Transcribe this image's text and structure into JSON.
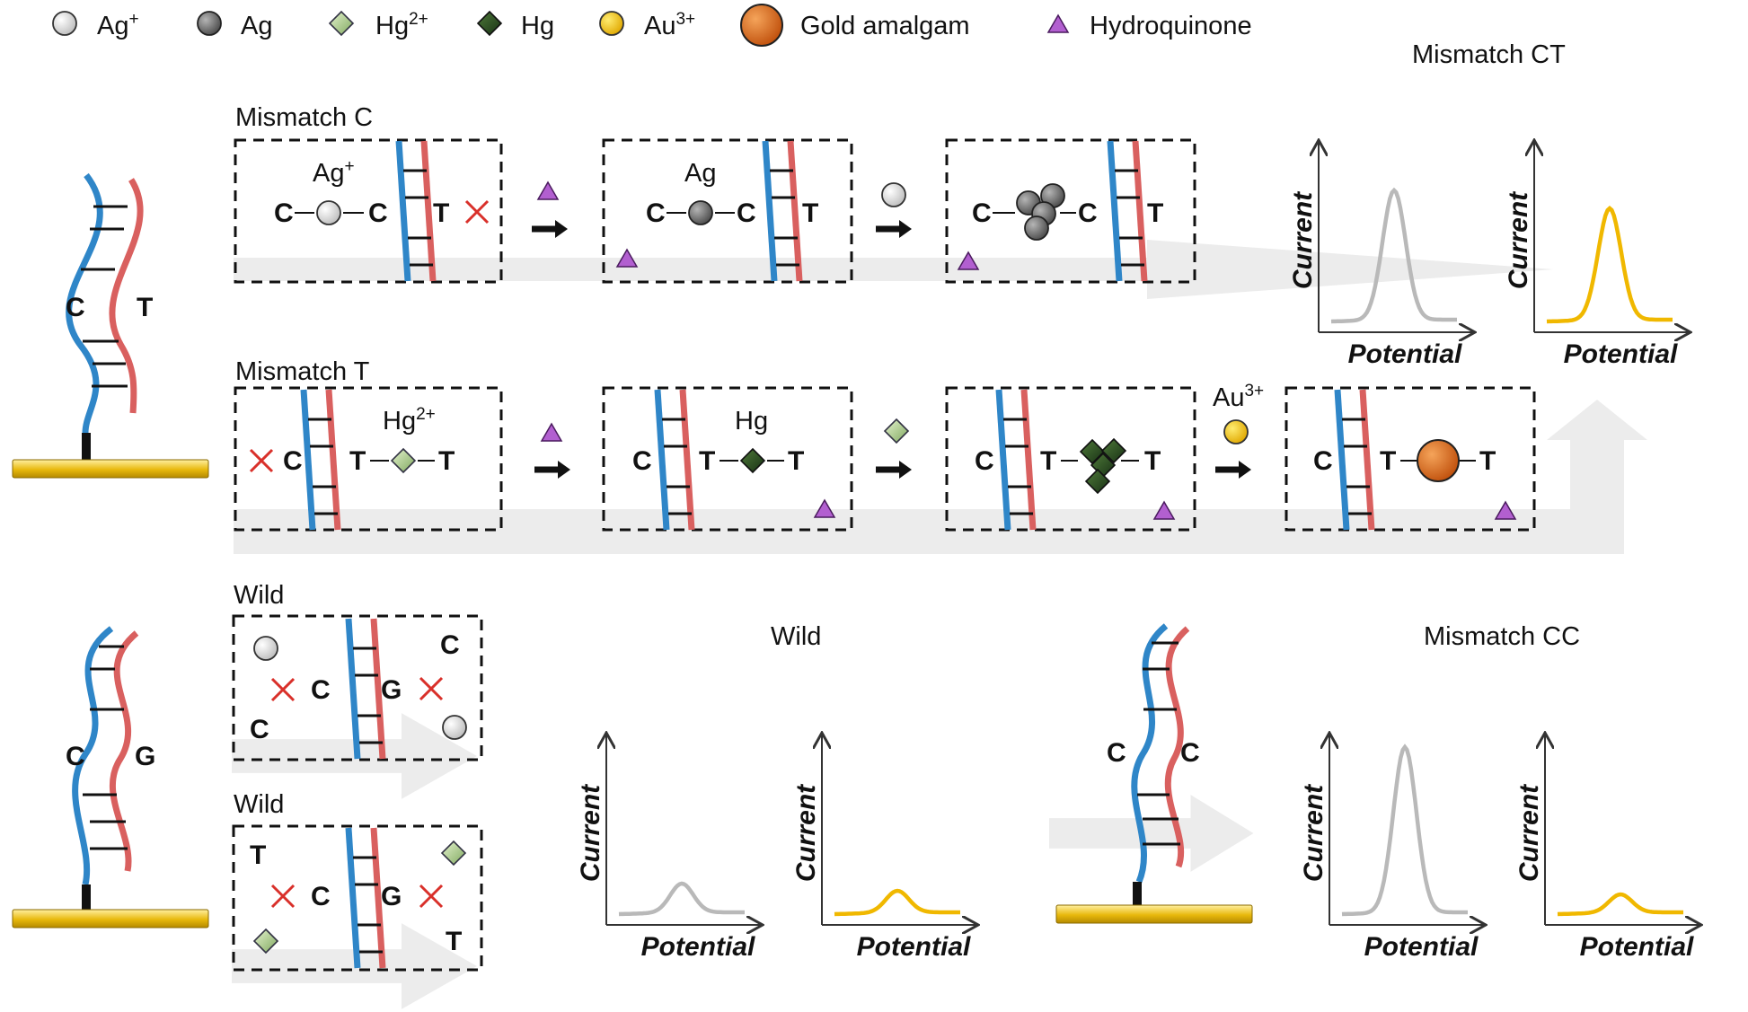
{
  "legend": [
    {
      "icon": "silver-ion-icon",
      "label_main": "Ag",
      "label_sup": "+"
    },
    {
      "icon": "silver-atom-icon",
      "label_main": "Ag",
      "label_sup": ""
    },
    {
      "icon": "mercury-ion-icon",
      "label_main": "Hg",
      "label_sup": "2+"
    },
    {
      "icon": "mercury-atom-icon",
      "label_main": "Hg",
      "label_sup": ""
    },
    {
      "icon": "gold-ion-icon",
      "label_main": "Au",
      "label_sup": "3+"
    },
    {
      "icon": "gold-amalgam-icon",
      "label_main": "Gold amalgam",
      "label_sup": ""
    },
    {
      "icon": "hydroquinone-icon",
      "label_main": "Hydroquinone",
      "label_sup": ""
    }
  ],
  "rows": {
    "mismatch_c": "Mismatch C",
    "mismatch_t": "Mismatch T",
    "wild_1": "Wild",
    "wild_2": "Wild"
  },
  "step_labels": {
    "ag_ion": {
      "main": "Ag",
      "sup": "+"
    },
    "ag": "Ag",
    "hg_ion": {
      "main": "Hg",
      "sup": "2+"
    },
    "hg": "Hg",
    "au_ion": {
      "main": "Au",
      "sup": "3+"
    }
  },
  "bases": {
    "c": "C",
    "t": "T",
    "g": "G",
    "dash": "–"
  },
  "plot_titles": {
    "mismatch_ct": "Mismatch CT",
    "wild": "Wild",
    "mismatch_cc": "Mismatch CC"
  },
  "axes": {
    "y": "Current",
    "x": "Potential"
  },
  "colors": {
    "strand_blue": "#2f86c8",
    "strand_red": "#d9605f",
    "electrode": "#e8b90c",
    "gray_peak": "#b9b9b9",
    "yellow_peak": "#f0b800",
    "hydroquinone": "#b25fd0",
    "amalgam": "#d8661a",
    "cross": "#d9302a"
  },
  "chart_data": [
    {
      "type": "line",
      "title": "Mismatch CT",
      "xlabel": "Potential",
      "ylabel": "Current",
      "series": [
        {
          "color": "gray",
          "peak_relative": 0.72
        }
      ]
    },
    {
      "type": "line",
      "title": "Mismatch CT",
      "xlabel": "Potential",
      "ylabel": "Current",
      "series": [
        {
          "color": "yellow",
          "peak_relative": 0.62
        }
      ]
    },
    {
      "type": "line",
      "title": "Wild",
      "xlabel": "Potential",
      "ylabel": "Current",
      "series": [
        {
          "color": "gray",
          "peak_relative": 0.16
        }
      ]
    },
    {
      "type": "line",
      "title": "Wild",
      "xlabel": "Potential",
      "ylabel": "Current",
      "series": [
        {
          "color": "yellow",
          "peak_relative": 0.12
        }
      ]
    },
    {
      "type": "line",
      "title": "Mismatch CC",
      "xlabel": "Potential",
      "ylabel": "Current",
      "series": [
        {
          "color": "gray",
          "peak_relative": 0.92
        }
      ]
    },
    {
      "type": "line",
      "title": "Mismatch CC",
      "xlabel": "Potential",
      "ylabel": "Current",
      "series": [
        {
          "color": "yellow",
          "peak_relative": 0.1
        }
      ]
    }
  ]
}
